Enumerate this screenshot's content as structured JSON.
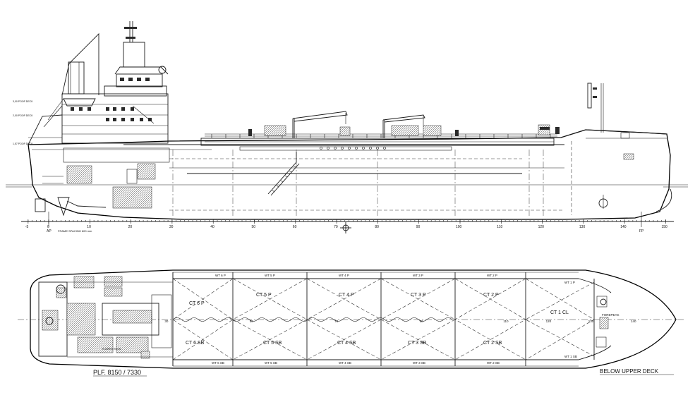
{
  "deck_labels": [
    "3,00 POOP DECK",
    "2,00 POOP DECK",
    "1,57 POOP DECK"
  ],
  "frame_ticks": [
    "-5",
    "0",
    "10",
    "20",
    "30",
    "40",
    "50",
    "60",
    "70",
    "80",
    "90",
    "100",
    "110",
    "120",
    "130",
    "140",
    "150"
  ],
  "markers": {
    "aft_perpendicular": "AP",
    "fore_perpendicular": "FP"
  },
  "frame_spacing_note": "FRAME SPACING 600 mm",
  "tanks_port": [
    "CT 6 P",
    "CT 5 P",
    "CT 4 P",
    "CT 3 P",
    "CT 2 P"
  ],
  "tanks_starboard": [
    "CT 6 SB",
    "CT 5 SB",
    "CT 4 SB",
    "CT 3 SB",
    "CT 2 SB"
  ],
  "tank_center": "CT 1 CL",
  "forepeak": "FOREPEAK",
  "wing_tanks_port": [
    "WT 6 P",
    "WT 5 P",
    "WT 4 P",
    "WT 3 P",
    "WT 2 P",
    "WT 1 P"
  ],
  "wing_tanks_starboard": [
    "WT 6 SB",
    "WT 5 SB",
    "WT 4 SB",
    "WT 3 SB",
    "WT 2 SB",
    "WT 1 SB"
  ],
  "plan_frames": [
    "10",
    "30",
    "50",
    "70",
    "90",
    "110",
    "120",
    "130",
    "140"
  ],
  "pump_room": "PUMPER ROOM",
  "footer": {
    "left": "PLF. 8150 / 7330",
    "right": "BELOW UPPER DECK"
  }
}
